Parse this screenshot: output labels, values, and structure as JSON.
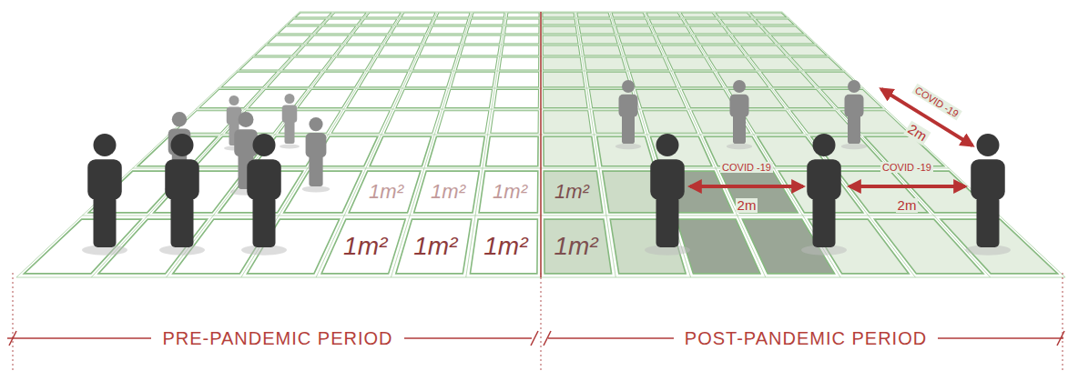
{
  "diagram": {
    "labels": [
      "1m²",
      "1m²",
      "1m²",
      "1m²",
      "1m²",
      "1m²",
      "1m²",
      "1m²",
      "COVID -19",
      "2m",
      "COVID -19",
      "2m",
      "COVID -19",
      "2m",
      "PRE-PANDEMIC PERIOD",
      "POST-PANDEMIC PERIOD"
    ]
  }
}
